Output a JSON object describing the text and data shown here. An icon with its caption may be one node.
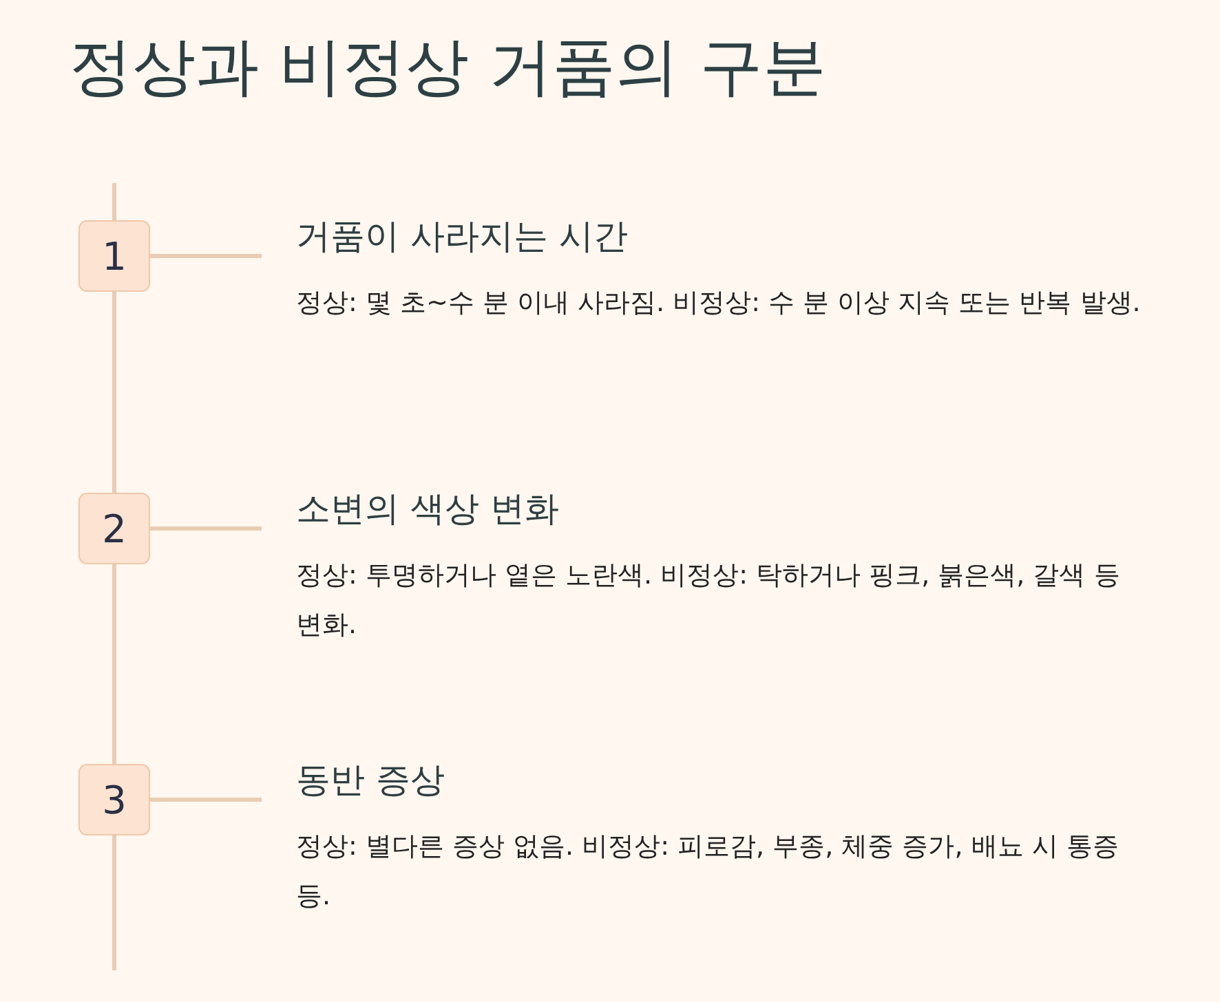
{
  "diagram": {
    "title": "정상과 비정상 거품의 구분",
    "nodes": [
      {
        "text": [
          "1"
        ]
      },
      {
        "text": [
          "거품이 사라지는 시간",
          "정상: 몇 초~수 분 이내 사라짐. 비정상: 수 분 이상 지속 또는 반복 발생."
        ]
      },
      {
        "text": [
          "2"
        ]
      },
      {
        "text": [
          "소변의 색상 변화",
          "정상: 투명하거나 옅은 노란색. 비정상: 탁하거나 핑크, 붉은색, 갈색 등 변화."
        ]
      },
      {
        "text": [
          "3"
        ]
      },
      {
        "text": [
          "동반 증상",
          "정상: 별다른 증상 없음. 비정상: 피로감, 부종, 체중 증가, 배뇨 시 통증 등."
        ]
      }
    ],
    "edges": [
      {
        "from": 0,
        "to": 1,
        "arrow": "none"
      },
      {
        "from": 2,
        "to": 3,
        "arrow": "none"
      },
      {
        "from": 4,
        "to": 5,
        "arrow": "none"
      }
    ]
  }
}
